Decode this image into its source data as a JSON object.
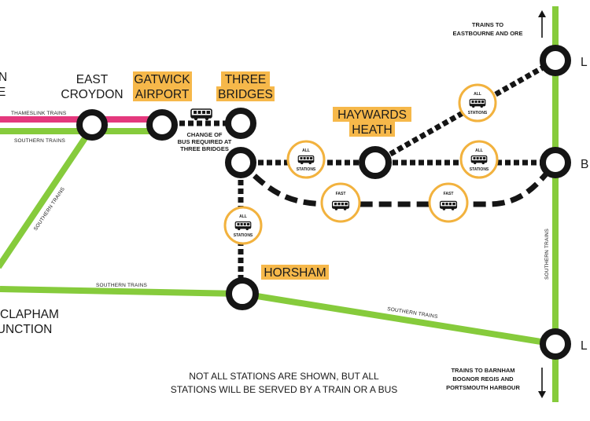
{
  "colors": {
    "southern": "#86cb3c",
    "thameslink": "#e4387d",
    "bus": "#151515",
    "highlight": "#f6b84a",
    "badge_ring": "#f2b23e"
  },
  "stations": {
    "partial_left_top": [
      "N",
      "E"
    ],
    "east_croydon": [
      "EAST",
      "CROYDON"
    ],
    "gatwick": [
      "GATWICK",
      "AIRPORT"
    ],
    "three_bridges": [
      "THREE",
      "BRIDGES"
    ],
    "haywards_heath": [
      "HAYWARDS",
      "HEATH"
    ],
    "horsham": "HORSHAM",
    "clapham": [
      "CLAPHAM",
      "JUNCTION"
    ],
    "right_top": "L",
    "right_mid": "B",
    "right_bottom": "L"
  },
  "lines": {
    "thameslink": "THAMESLINK TRAINS",
    "southern_top": "SOUTHERN TRAINS",
    "southern_diag": "SOUTHERN TRAINS",
    "southern_horsham": "SOUTHERN TRAINS",
    "southern_slope": "SOUTHERN TRAINS",
    "southern_vertical": "SOUTHERN TRAINS"
  },
  "badges": {
    "all": [
      "ALL",
      "STATIONS"
    ],
    "fast": "FAST"
  },
  "captions": {
    "change_bus": [
      "CHANGE OF",
      "BUS REQUIRED AT",
      "THREE BRIDGES"
    ],
    "trains_north": [
      "TRAINS TO",
      "EASTBOURNE AND ORE"
    ],
    "trains_south": [
      "TRAINS TO BARNHAM",
      "BOGNOR REGIS AND",
      "PORTSMOUTH HARBOUR"
    ],
    "note": [
      "NOT ALL STATIONS ARE SHOWN, BUT ALL",
      "STATIONS WILL BE SERVED BY A TRAIN OR A BUS"
    ]
  },
  "icons": {
    "bus": "bus-icon",
    "arrow_up": "arrow-up-icon",
    "arrow_down": "arrow-down-icon",
    "station": "station-circle-icon"
  }
}
